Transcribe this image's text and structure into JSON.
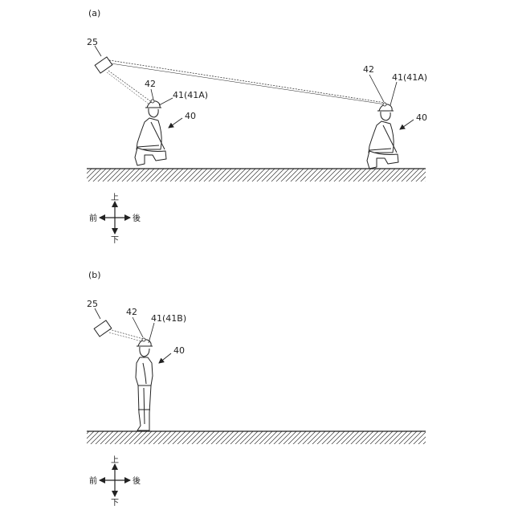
{
  "panel_a": {
    "tag": "(a)",
    "sensor_label": "25",
    "left_worker": {
      "marker_label": "42",
      "helmet_label": "41(41A)",
      "person_label": "40"
    },
    "right_worker": {
      "marker_label": "42",
      "helmet_label": "41(41A)",
      "person_label": "40"
    },
    "axes": {
      "up": "上",
      "down": "下",
      "front": "前",
      "back": "後"
    }
  },
  "panel_b": {
    "tag": "(b)",
    "sensor_label": "25",
    "worker": {
      "marker_label": "42",
      "helmet_label": "41(41B)",
      "person_label": "40"
    },
    "axes": {
      "up": "上",
      "down": "下",
      "front": "前",
      "back": "後"
    }
  },
  "colors": {
    "line": "#222222",
    "background": "#ffffff"
  }
}
